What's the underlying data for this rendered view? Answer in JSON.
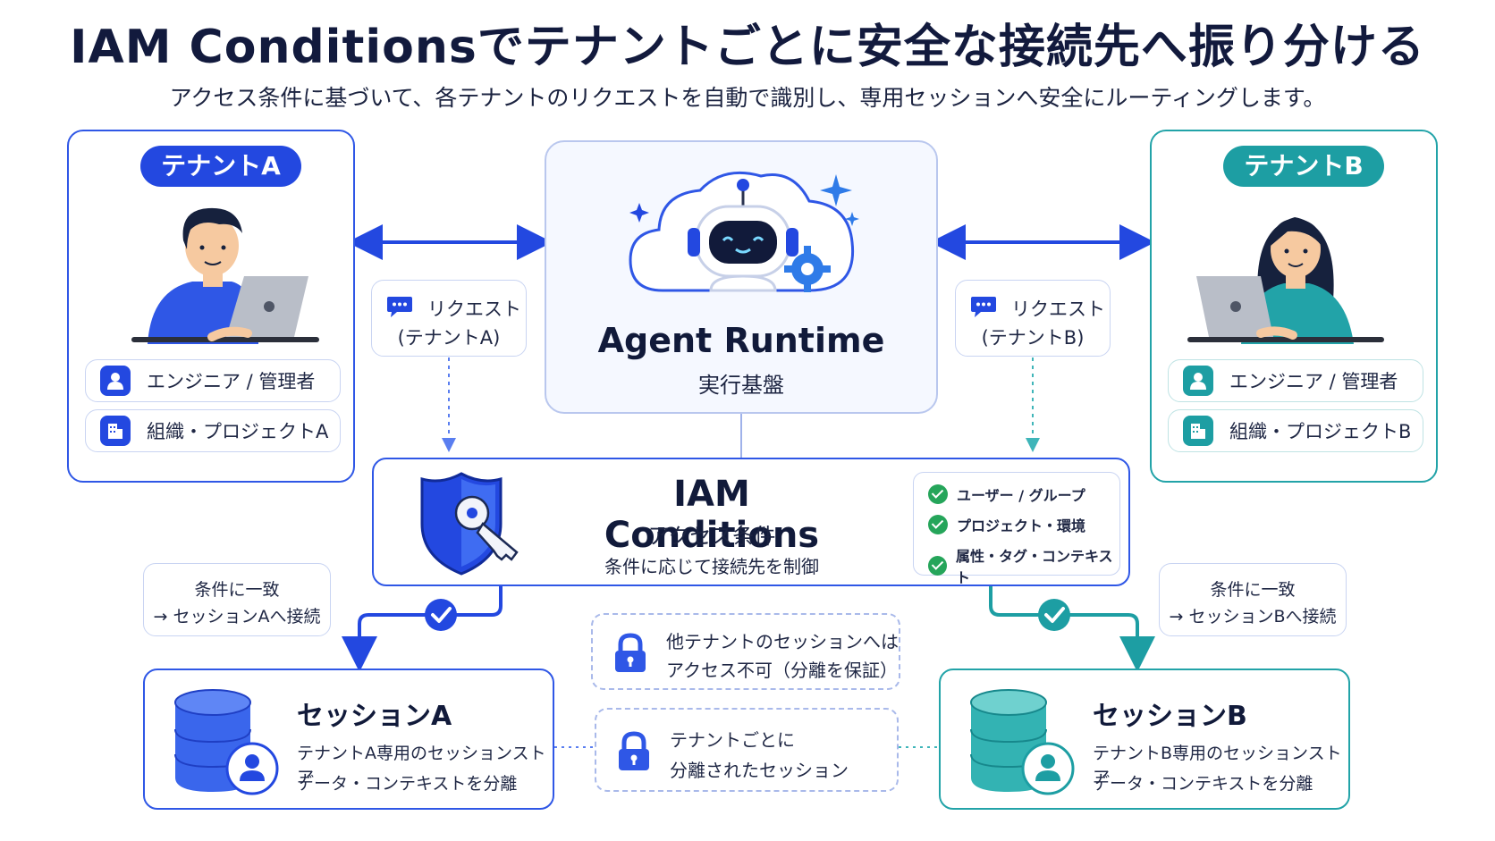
{
  "header": {
    "title": "IAM Conditionsでテナントごとに安全な接続先へ振り分ける",
    "subtitle": "アクセス条件に基づいて、各テナントのリクエストを自動で識別し、専用セッションへ安全にルーティングします。"
  },
  "tenant_a": {
    "label": "テナントA",
    "role": "エンジニア / 管理者",
    "org": "組織・プロジェクトA",
    "request_label": "リクエスト",
    "request_tenant": "(テナントA)"
  },
  "tenant_b": {
    "label": "テナントB",
    "role": "エンジニア / 管理者",
    "org": "組織・プロジェクトB",
    "request_label": "リクエスト",
    "request_tenant": "(テナントB)"
  },
  "runtime": {
    "name": "Agent Runtime",
    "subtitle": "実行基盤"
  },
  "iam": {
    "name": "IAM Conditions",
    "subtitle": "アクセス条件",
    "description": "条件に応じて接続先を制御",
    "conditions": [
      "ユーザー / グループ",
      "プロジェクト・環境",
      "属性・タグ・コンテキスト"
    ]
  },
  "match_a": {
    "line1": "条件に一致",
    "line2": "→ セッションAへ接続"
  },
  "match_b": {
    "line1": "条件に一致",
    "line2": "→ セッションBへ接続"
  },
  "isolation_access": {
    "line1": "他テナントのセッションへは",
    "line2": "アクセス不可（分離を保証）"
  },
  "isolation_session": {
    "line1": "テナントごとに",
    "line2": "分離されたセッション"
  },
  "session_a": {
    "name": "セッションA",
    "desc1": "テナントA専用のセッションストア",
    "desc2": "データ・コンテキストを分離"
  },
  "session_b": {
    "name": "セッションB",
    "desc1": "テナントB専用のセッションストア",
    "desc2": "データ・コンテキストを分離"
  },
  "colors": {
    "blue": "#2348e0",
    "teal": "#1d9ea3",
    "check_green": "#25a55a",
    "navy_text": "#111a3a"
  },
  "icons": [
    "person-icon",
    "building-icon",
    "chat-bubble-icon",
    "robot-icon",
    "cloud-icon",
    "gear-icon",
    "sparkle-icon",
    "shield-key-icon",
    "check-icon",
    "lock-icon",
    "database-icon",
    "laptop-icon"
  ]
}
